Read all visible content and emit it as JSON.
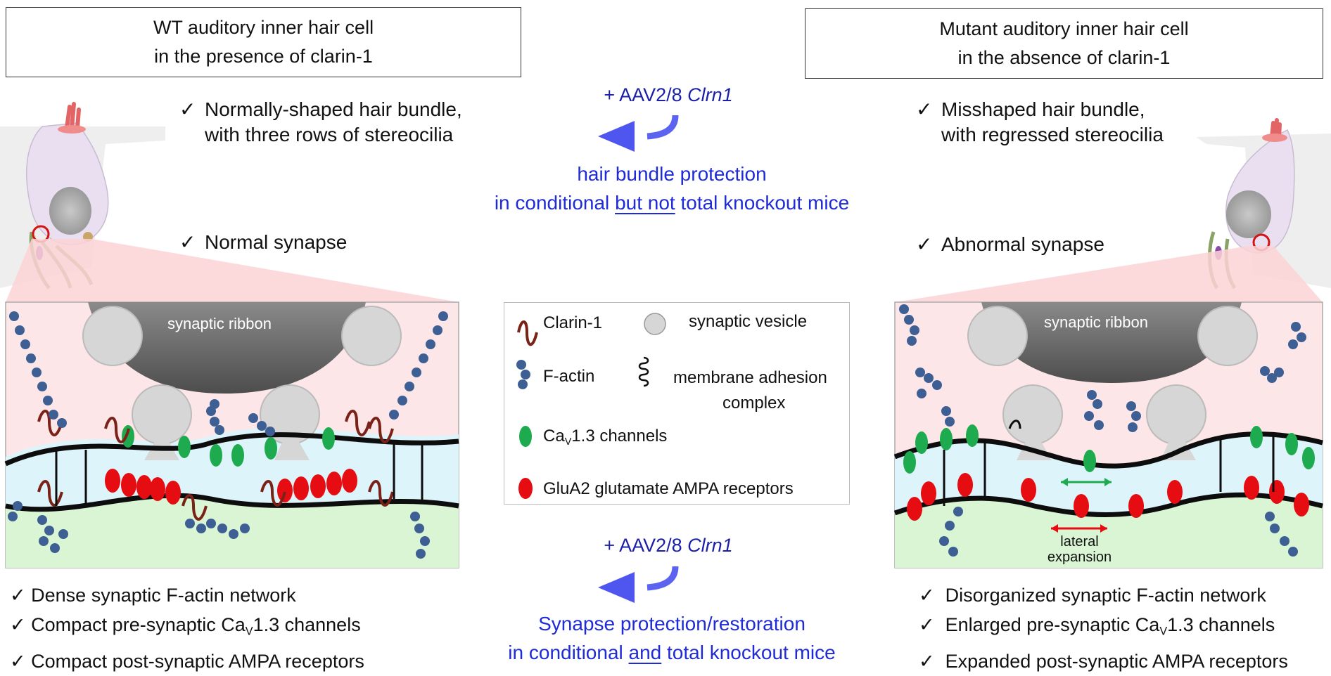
{
  "left": {
    "title_line1": "WT auditory inner hair cell",
    "title_line2": "in the presence of clarin-1",
    "feature_bundle_line1": "Normally-shaped hair bundle,",
    "feature_bundle_line2": "with three rows of stereocilia",
    "feature_synapse": "Normal synapse",
    "ribbon_label": "synaptic ribbon",
    "bottom_1": "Dense synaptic F-actin network",
    "bottom_2a": "Compact pre-synaptic Ca",
    "bottom_2sub": "V",
    "bottom_2b": "1.3 channels",
    "bottom_3": "Compact post-synaptic AMPA receptors"
  },
  "right": {
    "title_line1": "Mutant auditory inner hair cell",
    "title_line2": "in the absence of clarin-1",
    "feature_bundle_line1": "Misshaped hair bundle,",
    "feature_bundle_line2": "with regressed stereocilia",
    "feature_synapse": "Abnormal synapse",
    "ribbon_label": "synaptic ribbon",
    "lateral_1": "lateral",
    "lateral_2": "expansion",
    "bottom_1": "Disorganized synaptic F-actin network",
    "bottom_2a": "Enlarged pre-synaptic Ca",
    "bottom_2sub": "V",
    "bottom_2b": "1.3 channels",
    "bottom_3": "Expanded post-synaptic AMPA receptors"
  },
  "center": {
    "aav_prefix": "+ AAV2/8 ",
    "aav_gene": "Clrn1",
    "top_line1": "hair bundle protection",
    "top_line2a": "in conditional ",
    "top_line2u": "but not",
    "top_line2b": " total knockout mice",
    "bottom_line1": "Synapse protection/restoration",
    "bottom_line2a": "in conditional ",
    "bottom_line2u": "and",
    "bottom_line2b": " total knockout mice"
  },
  "legend": {
    "clarin": "Clarin-1",
    "vesicle": "synaptic vesicle",
    "factin": "F-actin",
    "adhesion_1": "membrane adhesion",
    "adhesion_2": "complex",
    "cav_a": "Ca",
    "cav_sub": "V",
    "cav_b": "1.3 channels",
    "glua2": "GluA2 glutamate AMPA receptors"
  },
  "check": "✓",
  "colors": {
    "arrow": "#5b63f0",
    "ribbon": "#7a7a7a",
    "vesicle": "#d6d6d6",
    "actin": "#3d5f94",
    "cav": "#1eaa4e",
    "glua2": "#e60d12",
    "clarin": "#7a2218",
    "pre_bg": "#fde6e8",
    "cleft_bg": "#ddf4fb",
    "post_bg": "#daf5d4"
  }
}
